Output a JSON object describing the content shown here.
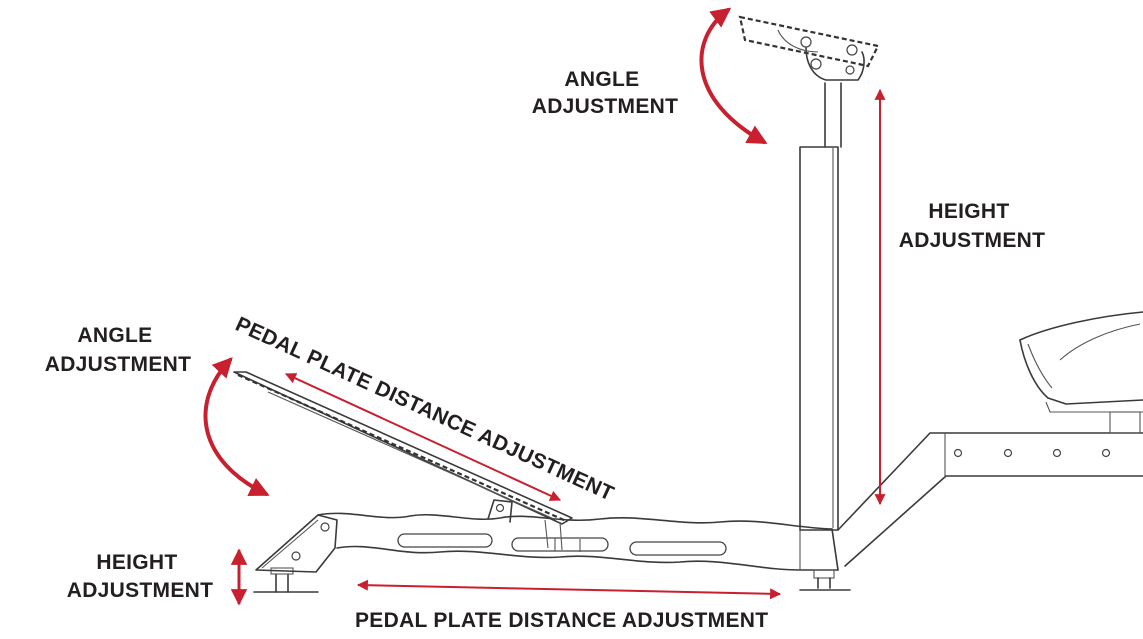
{
  "labels": {
    "top_angle": [
      "ANGLE",
      "ADJUSTMENT"
    ],
    "top_height": [
      "HEIGHT",
      "ADJUSTMENT"
    ],
    "left_angle": [
      "ANGLE",
      "ADJUSTMENT"
    ],
    "pedal_plate_diagonal": "PEDAL PLATE DISTANCE ADJUSTMENT",
    "bottom_height": [
      "HEIGHT",
      "ADJUSTMENT"
    ],
    "pedal_plate_bottom": "PEDAL PLATE DISTANCE ADJUSTMENT"
  },
  "colors": {
    "arrow": "#c8202f",
    "label_text": "#231f20",
    "line_art": "#3a3a3a"
  }
}
